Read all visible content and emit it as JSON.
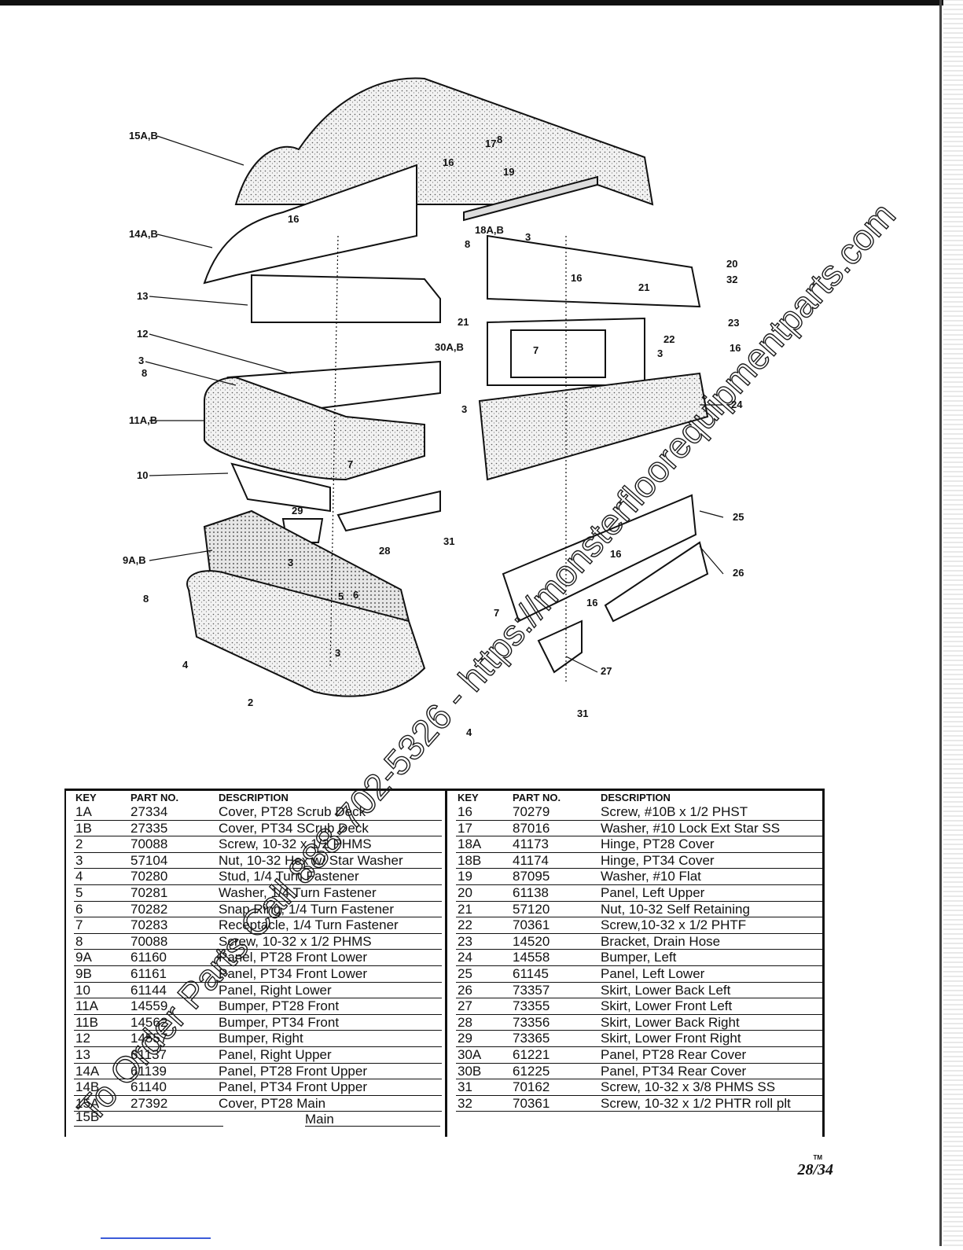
{
  "diagram": {
    "callouts": {
      "c15AB": "15A,B",
      "c14AB": "14A,B",
      "c13": "13",
      "c12": "12",
      "c3a": "3",
      "c8a": "8",
      "c11AB": "11A,B",
      "c10": "10",
      "c9AB": "9A,B",
      "c8b": "8",
      "c4a": "4",
      "c2": "2",
      "c16a": "16",
      "c17": "17",
      "c8c": "8",
      "c19": "19",
      "c16b": "16",
      "c18AB": "18A,B",
      "c3b": "3",
      "c8d": "8",
      "c16c": "16",
      "c21a": "21",
      "c21b": "21",
      "c20": "20",
      "c32": "32",
      "c30AB": "30A,B",
      "c7a": "7",
      "c22": "22",
      "c3c": "3",
      "c23": "23",
      "c16d": "16",
      "c24": "24",
      "c3d": "3",
      "c7b": "7",
      "c29": "29",
      "c28": "28",
      "c31a": "31",
      "c25": "25",
      "c16e": "16",
      "c26": "26",
      "c3e": "3",
      "c5": "5",
      "c6": "6",
      "c3f": "3",
      "c16f": "16",
      "c27": "27",
      "c31b": "31",
      "c4b": "4",
      "c7c": "7"
    }
  },
  "table": {
    "headers": {
      "key": "KEY",
      "part": "PART NO.",
      "desc": "DESCRIPTION"
    },
    "left": [
      {
        "key": "1A",
        "part": "27334",
        "desc": "Cover, PT28 Scrub Deck"
      },
      {
        "key": "1B",
        "part": "27335",
        "desc": "Cover, PT34 SCrub Deck"
      },
      {
        "key": "2",
        "part": "70088",
        "desc": "Screw, 10-32 x 1/2 PHMS"
      },
      {
        "key": "3",
        "part": "57104",
        "desc": "Nut, 10-32 Hex w/ Star Washer"
      },
      {
        "key": "4",
        "part": "70280",
        "desc": "Stud, 1/4 Turn Fastener"
      },
      {
        "key": "5",
        "part": "70281",
        "desc": "Washer, 1/4 Turn Fastener"
      },
      {
        "key": "6",
        "part": "70282",
        "desc": "Snap Ring, 1/4 Turn Fastener"
      },
      {
        "key": "7",
        "part": "70283",
        "desc": "Receptacle, 1/4 Turn Fastener"
      },
      {
        "key": "8",
        "part": "70088",
        "desc": "Screw, 10-32 x 1/2 PHMS"
      },
      {
        "key": "9A",
        "part": "61160",
        "desc": "Panel, PT28 Front Lower"
      },
      {
        "key": "9B",
        "part": "61161",
        "desc": "Panel, PT34 Front Lower"
      },
      {
        "key": "10",
        "part": "61144",
        "desc": "Panel, Right Lower"
      },
      {
        "key": "11A",
        "part": "14559",
        "desc": "Bumper, PT28 Front"
      },
      {
        "key": "11B",
        "part": "14562",
        "desc": "Bumper, PT34 Front"
      },
      {
        "key": "12",
        "part": "14557",
        "desc": "Bumper, Right"
      },
      {
        "key": "13",
        "part": "61137",
        "desc": "Panel, Right Upper"
      },
      {
        "key": "14A",
        "part": "61139",
        "desc": "Panel, PT28 Front Upper"
      },
      {
        "key": "14B",
        "part": "61140",
        "desc": "Panel, PT34 Front Upper"
      },
      {
        "key": "15A",
        "part": "27392",
        "desc": "Cover, PT28 Main"
      }
    ],
    "left_extra": {
      "key": "15B",
      "desc": "Main"
    },
    "right": [
      {
        "key": "16",
        "part": "70279",
        "desc": "Screw, #10B x 1/2 PHST"
      },
      {
        "key": "17",
        "part": "87016",
        "desc": "Washer, #10 Lock Ext Star SS"
      },
      {
        "key": "18A",
        "part": "41173",
        "desc": "Hinge, PT28 Cover"
      },
      {
        "key": "18B",
        "part": "41174",
        "desc": "Hinge, PT34 Cover"
      },
      {
        "key": "19",
        "part": "87095",
        "desc": "Washer, #10 Flat"
      },
      {
        "key": "20",
        "part": "61138",
        "desc": "Panel, Left Upper"
      },
      {
        "key": "21",
        "part": "57120",
        "desc": "Nut, 10-32 Self Retaining"
      },
      {
        "key": "22",
        "part": "70361",
        "desc": "Screw,10-32 x 1/2 PHTF"
      },
      {
        "key": "23",
        "part": "14520",
        "desc": "Bracket, Drain Hose"
      },
      {
        "key": "24",
        "part": "14558",
        "desc": "Bumper, Left"
      },
      {
        "key": "25",
        "part": "61145",
        "desc": "Panel, Left Lower"
      },
      {
        "key": "26",
        "part": "73357",
        "desc": "Skirt, Lower Back Left"
      },
      {
        "key": "27",
        "part": "73355",
        "desc": "Skirt, Lower Front Left"
      },
      {
        "key": "28",
        "part": "73356",
        "desc": "Skirt, Lower Back Right"
      },
      {
        "key": "29",
        "part": "73365",
        "desc": "Skirt, Lower Front Right"
      },
      {
        "key": "30A",
        "part": "61221",
        "desc": "Panel, PT28 Rear Cover"
      },
      {
        "key": "30B",
        "part": "61225",
        "desc": "Panel, PT34 Rear Cover"
      },
      {
        "key": "31",
        "part": "70162",
        "desc": "Screw, 10-32 x 3/8 PHMS SS"
      },
      {
        "key": "32",
        "part": "70361",
        "desc": "Screw, 10-32 x 1/2 PHTR roll plt"
      }
    ]
  },
  "watermark": {
    "diagonal": "To Order Parts Call 888-702-5326 - https://monsterfloorequipmentparts.com"
  },
  "footer": {
    "tm": "TM",
    "page_code": "28/34"
  }
}
